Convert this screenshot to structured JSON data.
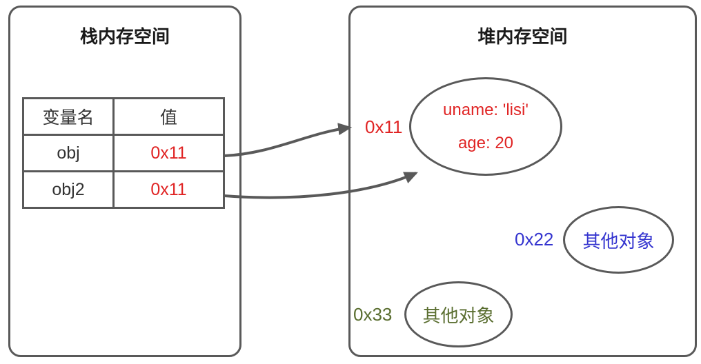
{
  "stack_panel": {
    "title": "栈内存空间"
  },
  "heap_panel": {
    "title": "堆内存空间"
  },
  "variables_table": {
    "headers": [
      "变量名",
      "值"
    ],
    "rows": [
      {
        "name": "obj",
        "value": "0x11"
      },
      {
        "name": "obj2",
        "value": "0x11"
      }
    ]
  },
  "heap_objects": {
    "lisi": {
      "address": "0x11",
      "line1": "uname: 'lisi'",
      "line2": "age: 20",
      "color": "#e02424"
    },
    "other1": {
      "address": "0x22",
      "label": "其他对象",
      "color": "#3434cf"
    },
    "other2": {
      "address": "0x33",
      "label": "其他对象",
      "color": "#5a6e30"
    }
  },
  "colors": {
    "outline": "#595959",
    "red": "#e02424",
    "blue": "#3434cf",
    "green": "#5a6e30",
    "background": "#ffffff"
  }
}
